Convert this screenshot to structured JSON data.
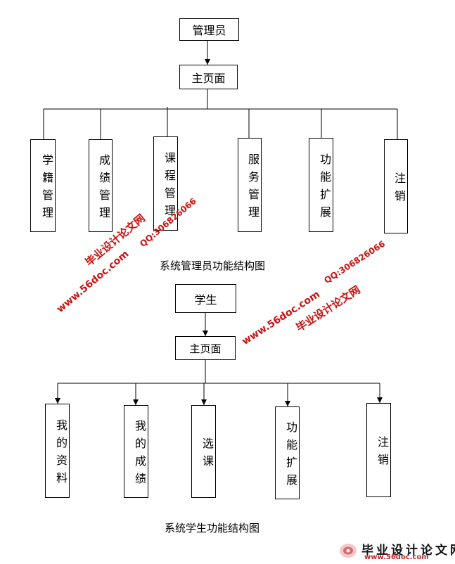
{
  "admin_chart": {
    "root": "管理员",
    "main": "主页面",
    "children": [
      "学籍管理",
      "成绩管理",
      "课程管理",
      "服务管理",
      "功能扩展",
      "注销"
    ],
    "caption": "系统管理员功能结构图"
  },
  "student_chart": {
    "root": "学生",
    "main": "主页面",
    "children": [
      "我的资料",
      "我的成绩",
      "选课",
      "功能扩展",
      "注销"
    ],
    "caption": "系统学生功能结构图"
  },
  "watermark": {
    "title": "毕业设计论文网",
    "url": "www.56doc.com",
    "qq": "QQ:306826066",
    "color": "#cc1111"
  },
  "logo": {
    "title": "毕业设计论文网",
    "url": "www.56doc.com"
  }
}
